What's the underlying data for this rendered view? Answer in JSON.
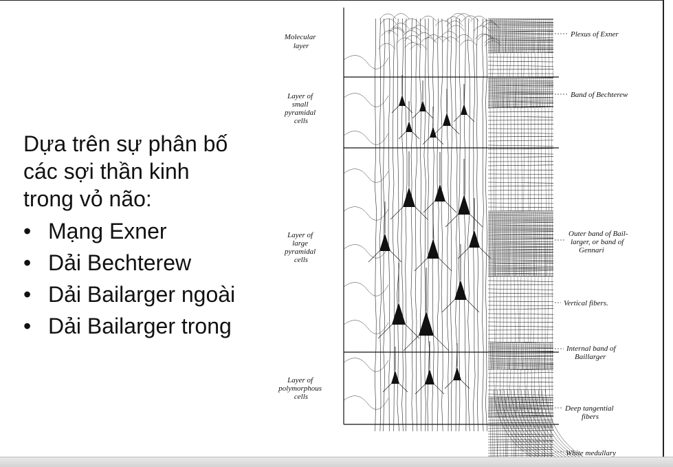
{
  "slide": {
    "intro_lines": [
      "Dựa trên sự phân bố",
      "các sợi thần kinh",
      "trong vỏ não:"
    ],
    "bullet_symbol": "•",
    "bullets": [
      "Mạng Exner",
      "Dải Bechterew",
      "Dải Bailarger ngoài",
      "Dải Bailarger trong"
    ]
  },
  "figure": {
    "left_labels": [
      [
        "Molecular",
        "layer"
      ],
      [
        "Layer of",
        "small",
        "pyramidal",
        "cells"
      ],
      [
        "Layer of",
        "large",
        "pyramidal",
        "cells"
      ],
      [
        "Layer of",
        "polymorphous",
        "cells"
      ]
    ],
    "right_labels": [
      [
        "Plexus of Exner"
      ],
      [
        "Band of Bechterew"
      ],
      [
        "Outer band of Bail-",
        "larger, or band of",
        "Gennari"
      ],
      [
        "Vertical fibers."
      ],
      [
        "Internal band of",
        "Baillarger"
      ],
      [
        "Deep tangential",
        "fibers"
      ],
      [
        "White medullary"
      ]
    ]
  }
}
